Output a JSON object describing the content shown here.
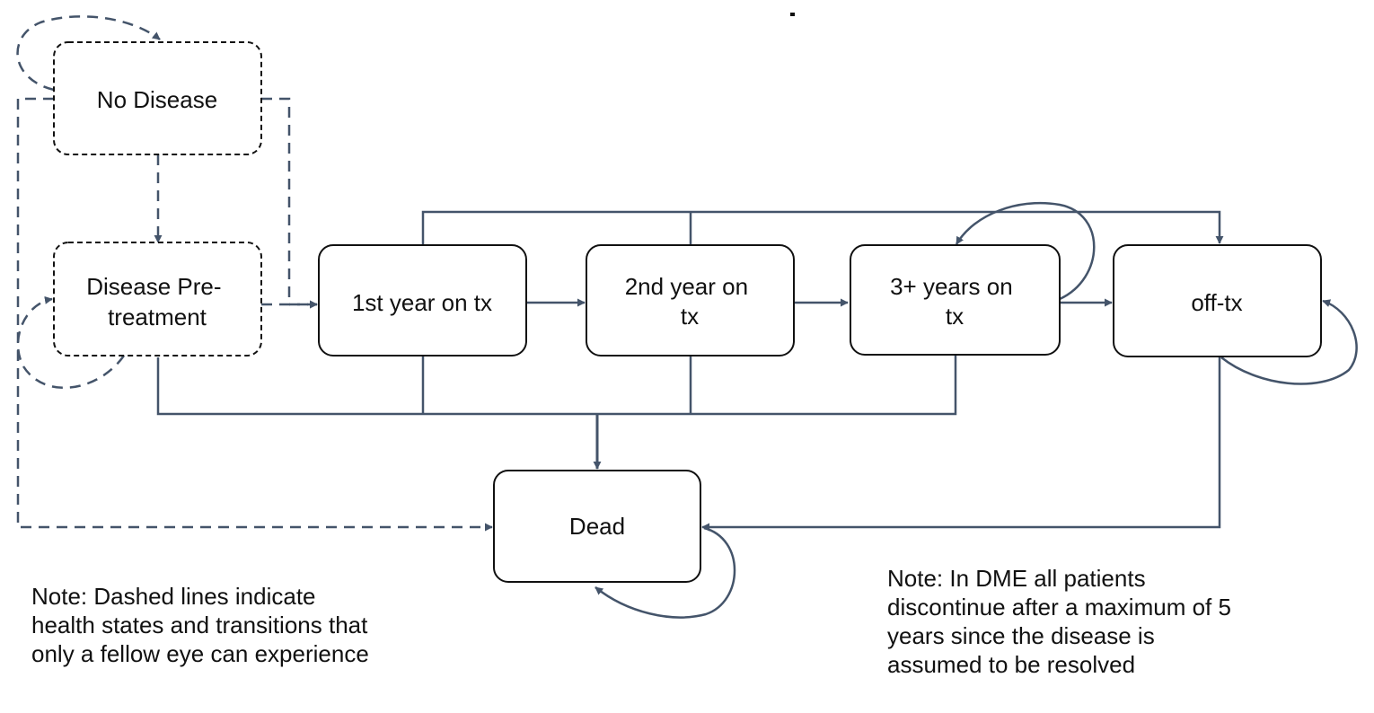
{
  "colors": {
    "line": "#44546a",
    "box_border": "#111111",
    "text": "#111111"
  },
  "states": {
    "no_disease": [
      "No Disease"
    ],
    "disease_pre": [
      "Disease Pre-",
      "treatment"
    ],
    "year1": [
      "1st year on tx"
    ],
    "year2": [
      "2nd year on",
      "tx"
    ],
    "year3": [
      "3+ years on",
      "tx"
    ],
    "off_tx": [
      "off-tx"
    ],
    "dead": [
      "Dead"
    ]
  },
  "notes": {
    "dashed": [
      "Note: Dashed lines indicate",
      "health states and transitions that",
      "only a fellow eye can experience"
    ],
    "dme": [
      "Note: In DME all patients",
      "discontinue after a maximum of 5",
      "years since the disease is",
      "assumed to be resolved"
    ]
  }
}
